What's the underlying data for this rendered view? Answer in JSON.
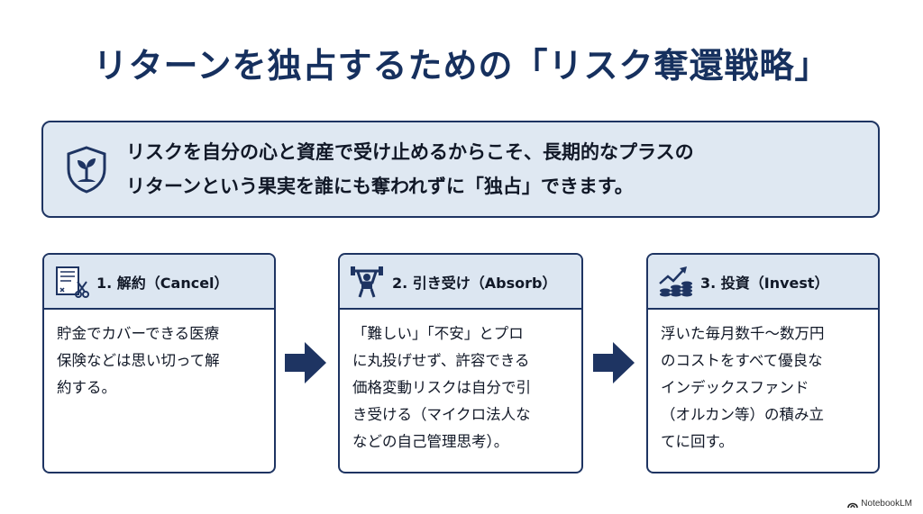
{
  "title": "リターンを独占するための「リスク奪還戦略」",
  "banner": {
    "icon": "shield-sprout-icon",
    "line1": "リスクを自分の心と資産で受け止めるからこそ、長期的なプラスの",
    "line2": "リターンという果実を誰にも奪われずに「独占」できます。"
  },
  "cards": [
    {
      "icon": "contract-scissors-icon",
      "title": "1. 解約（Cancel）",
      "lines": [
        "貯金でカバーできる医療",
        "保険などは思い切って解",
        "約する。"
      ]
    },
    {
      "icon": "weightlifter-icon",
      "title": "2. 引き受け（Absorb）",
      "lines": [
        "「難しい」「不安」とプロ",
        "に丸投げせず、許容できる",
        "価格変動リスクは自分で引",
        "き受ける（マイクロ法人な",
        "などの自己管理思考）。"
      ]
    },
    {
      "icon": "growth-coins-icon",
      "title": "3. 投資（Invest）",
      "lines": [
        "浮いた毎月数千〜数万円",
        "のコストをすべて優良な",
        "インデックスファンド",
        "（オルカン等）の積み立",
        "てに回す。"
      ]
    }
  ],
  "footer": {
    "brand": "NotebookLM",
    "icon": "notebooklm-logo-icon"
  },
  "colors": {
    "navy": "#1e3462",
    "title": "#16305e",
    "panel": "#dce6f1"
  }
}
